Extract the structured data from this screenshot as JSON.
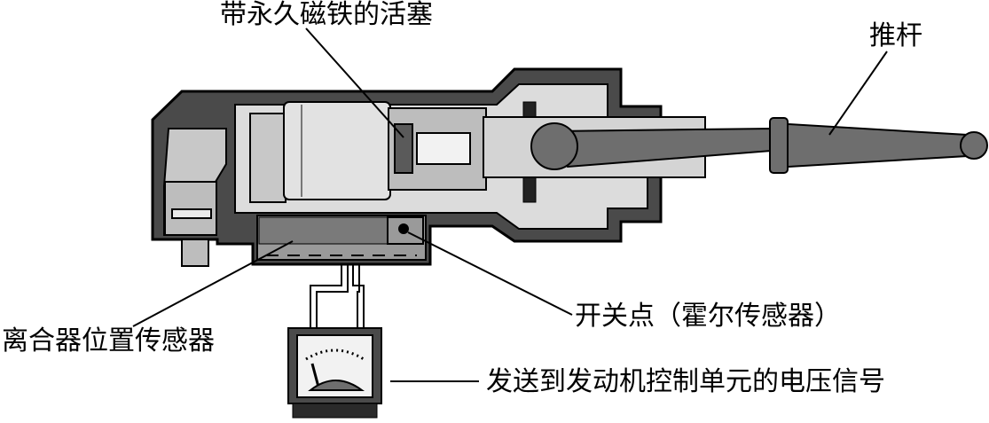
{
  "labels": {
    "piston": "带永久磁铁的活塞",
    "pushrod": "推杆",
    "position_sensor": "离合器位置传感器",
    "switch_point": "开关点（霍尔传感器）",
    "voltage_signal": "发送到发动机控制单元的电压信号"
  },
  "colors": {
    "outline": "#000000",
    "housing_dark": "#4a4a4a",
    "housing_mid": "#8a8a8a",
    "part_light": "#c8c8c8",
    "part_lighter": "#e2e2e2",
    "rod": "#6e6e6e"
  }
}
